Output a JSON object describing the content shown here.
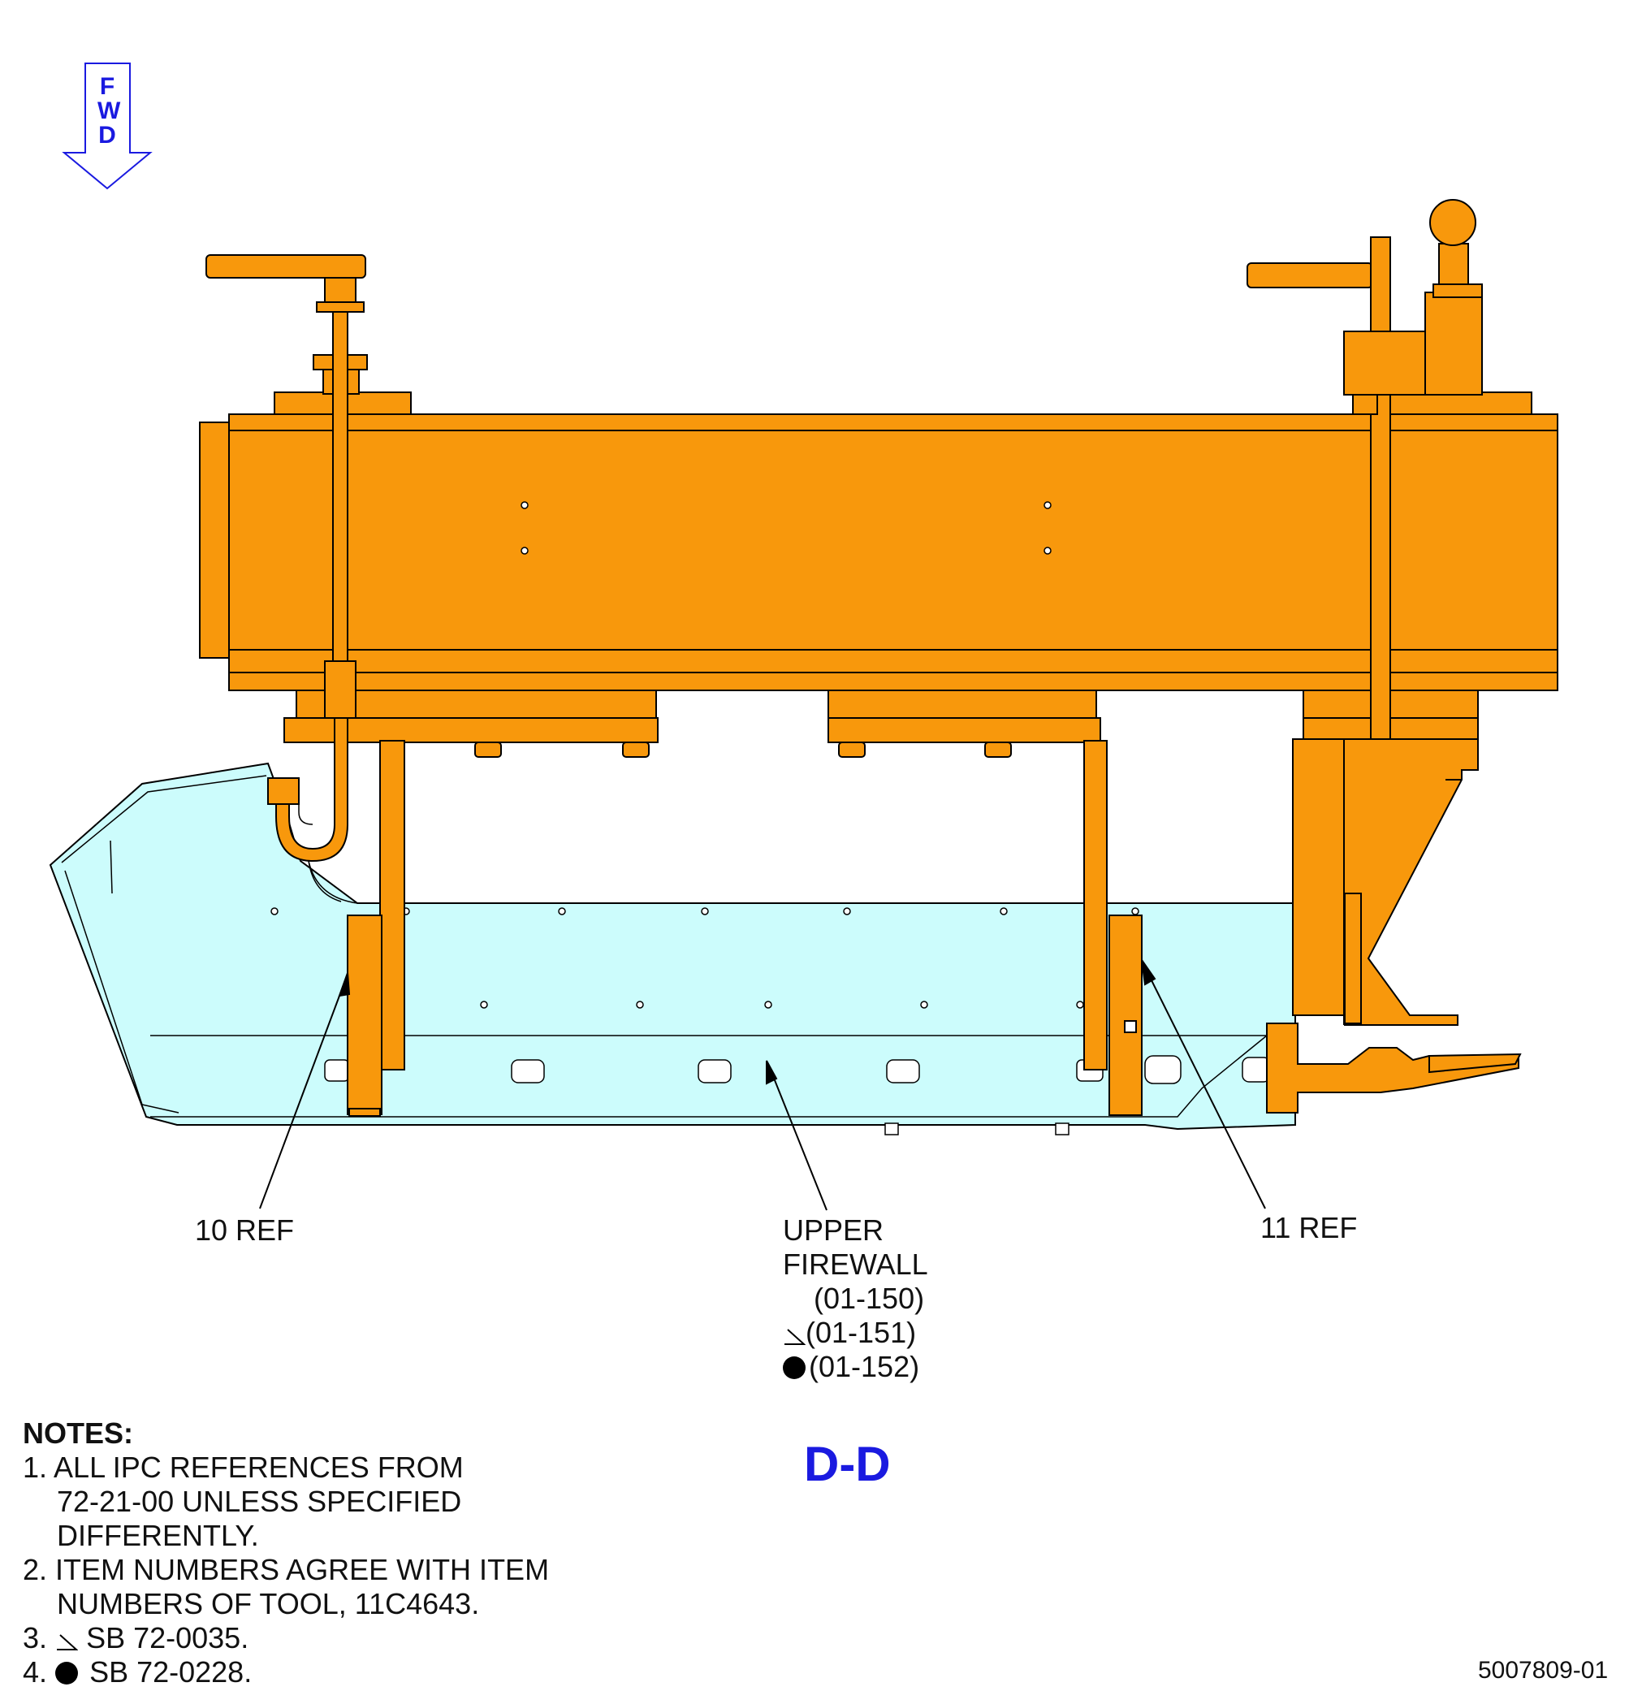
{
  "fwd_arrow": {
    "letters": [
      "F",
      "W",
      "D"
    ],
    "color": "#1a1ae0"
  },
  "callouts": {
    "ref10": "10 REF",
    "ref11": "11 REF",
    "firewall": {
      "line1": "UPPER",
      "line2": "FIREWALL",
      "codes": [
        "(01-150)",
        "(01-151)",
        "(01-152)"
      ]
    }
  },
  "section_title": "D-D",
  "notes": {
    "heading": "NOTES:",
    "n1": [
      "1. ALL IPC REFERENCES FROM",
      "72-21-00 UNLESS SPECIFIED",
      "DIFFERENTLY."
    ],
    "n2": [
      "2. ITEM NUMBERS AGREE WITH ITEM",
      "NUMBERS OF TOOL, 11C4643."
    ],
    "n3_prefix": "3.",
    "n3_text": "SB 72-0035.",
    "n4_prefix": "4.",
    "n4_text": "SB 72-0228."
  },
  "drawing_number": "5007809-01",
  "colors": {
    "tool": "#f8980c",
    "firewall": "#ccfcfc",
    "title": "#1a1ae0"
  }
}
